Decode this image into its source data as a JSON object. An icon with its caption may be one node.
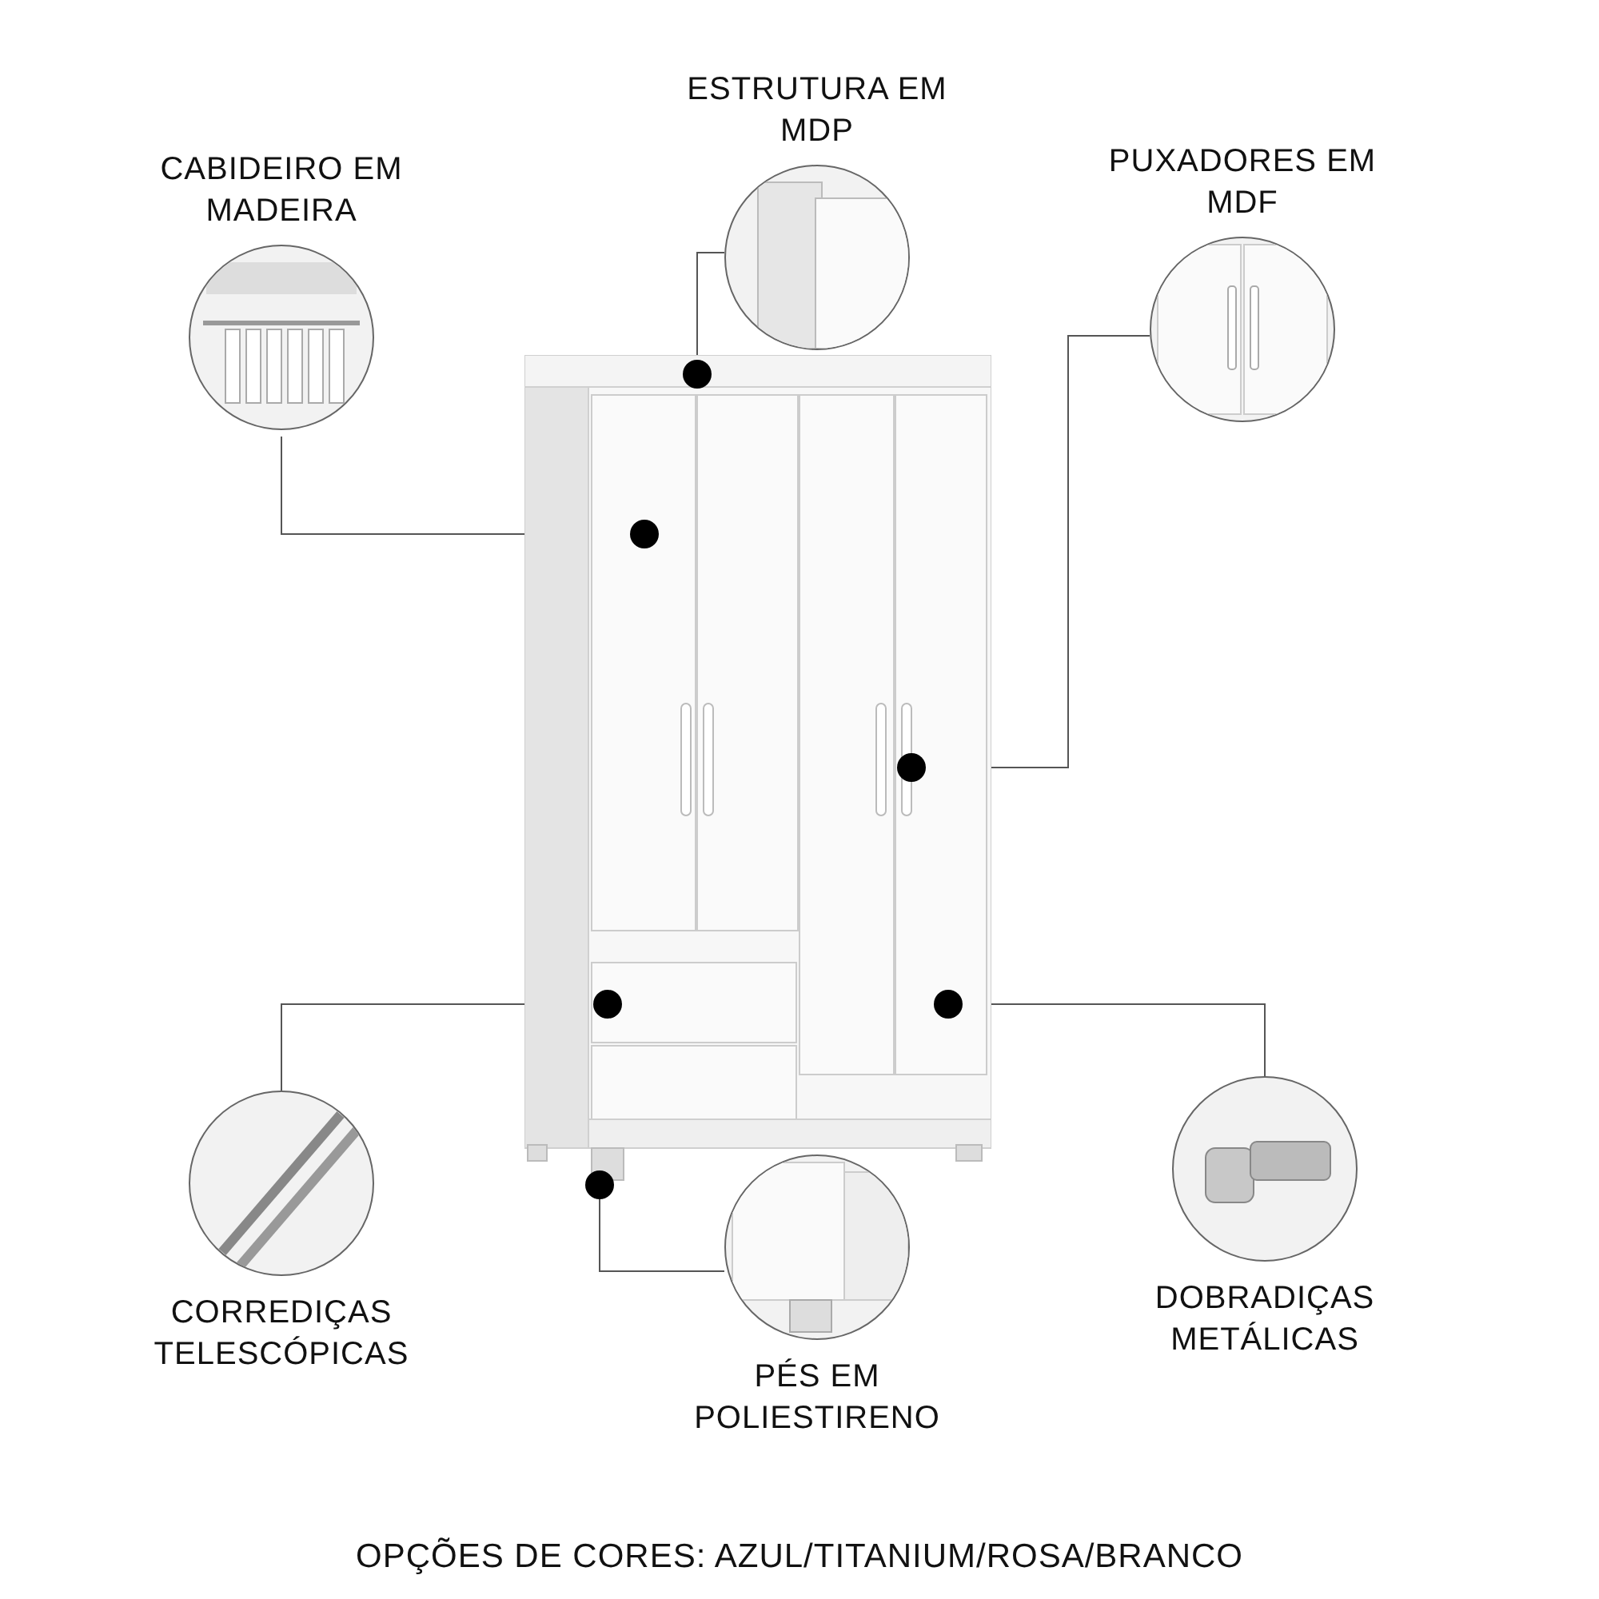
{
  "diagram": {
    "caption": "OPÇÕES DE CORES: AZUL/TITANIUM/ROSA/BRANCO",
    "nodes": [
      {
        "text": [],
        "shape": "picture"
      },
      {
        "text": [],
        "shape": "circle"
      },
      {
        "text": [],
        "shape": "circle",
        "in": 0
      },
      {
        "text": [],
        "shape": "circle",
        "in": 0
      },
      {
        "text": [],
        "shape": "circle",
        "in": 0
      },
      {
        "text": [],
        "shape": "circle",
        "in": 0
      },
      {
        "text": [],
        "shape": "circle"
      },
      {
        "text": [
          "ESTRUTURA EM MDP"
        ]
      },
      {
        "text": [
          "CABIDEIRO EM MADEIRA"
        ]
      },
      {
        "text": [
          "PUXADORES EM MDF"
        ]
      },
      {
        "text": [
          "CORREDIÇAS TELESCÓPICAS"
        ]
      },
      {
        "text": [
          "DOBRADIÇAS METÁLICAS"
        ]
      },
      {
        "text": [
          "PÉS EM POLIESTIRENO"
        ]
      }
    ],
    "edges": [
      {
        "from": 7,
        "to": 1,
        "arrow": "none"
      },
      {
        "from": 8,
        "to": 2,
        "arrow": "none"
      },
      {
        "from": 9,
        "to": 3,
        "arrow": "none"
      },
      {
        "from": 10,
        "to": 4,
        "arrow": "none"
      },
      {
        "from": 11,
        "to": 5,
        "arrow": "none"
      },
      {
        "from": 12,
        "to": 6,
        "arrow": "none"
      }
    ]
  }
}
